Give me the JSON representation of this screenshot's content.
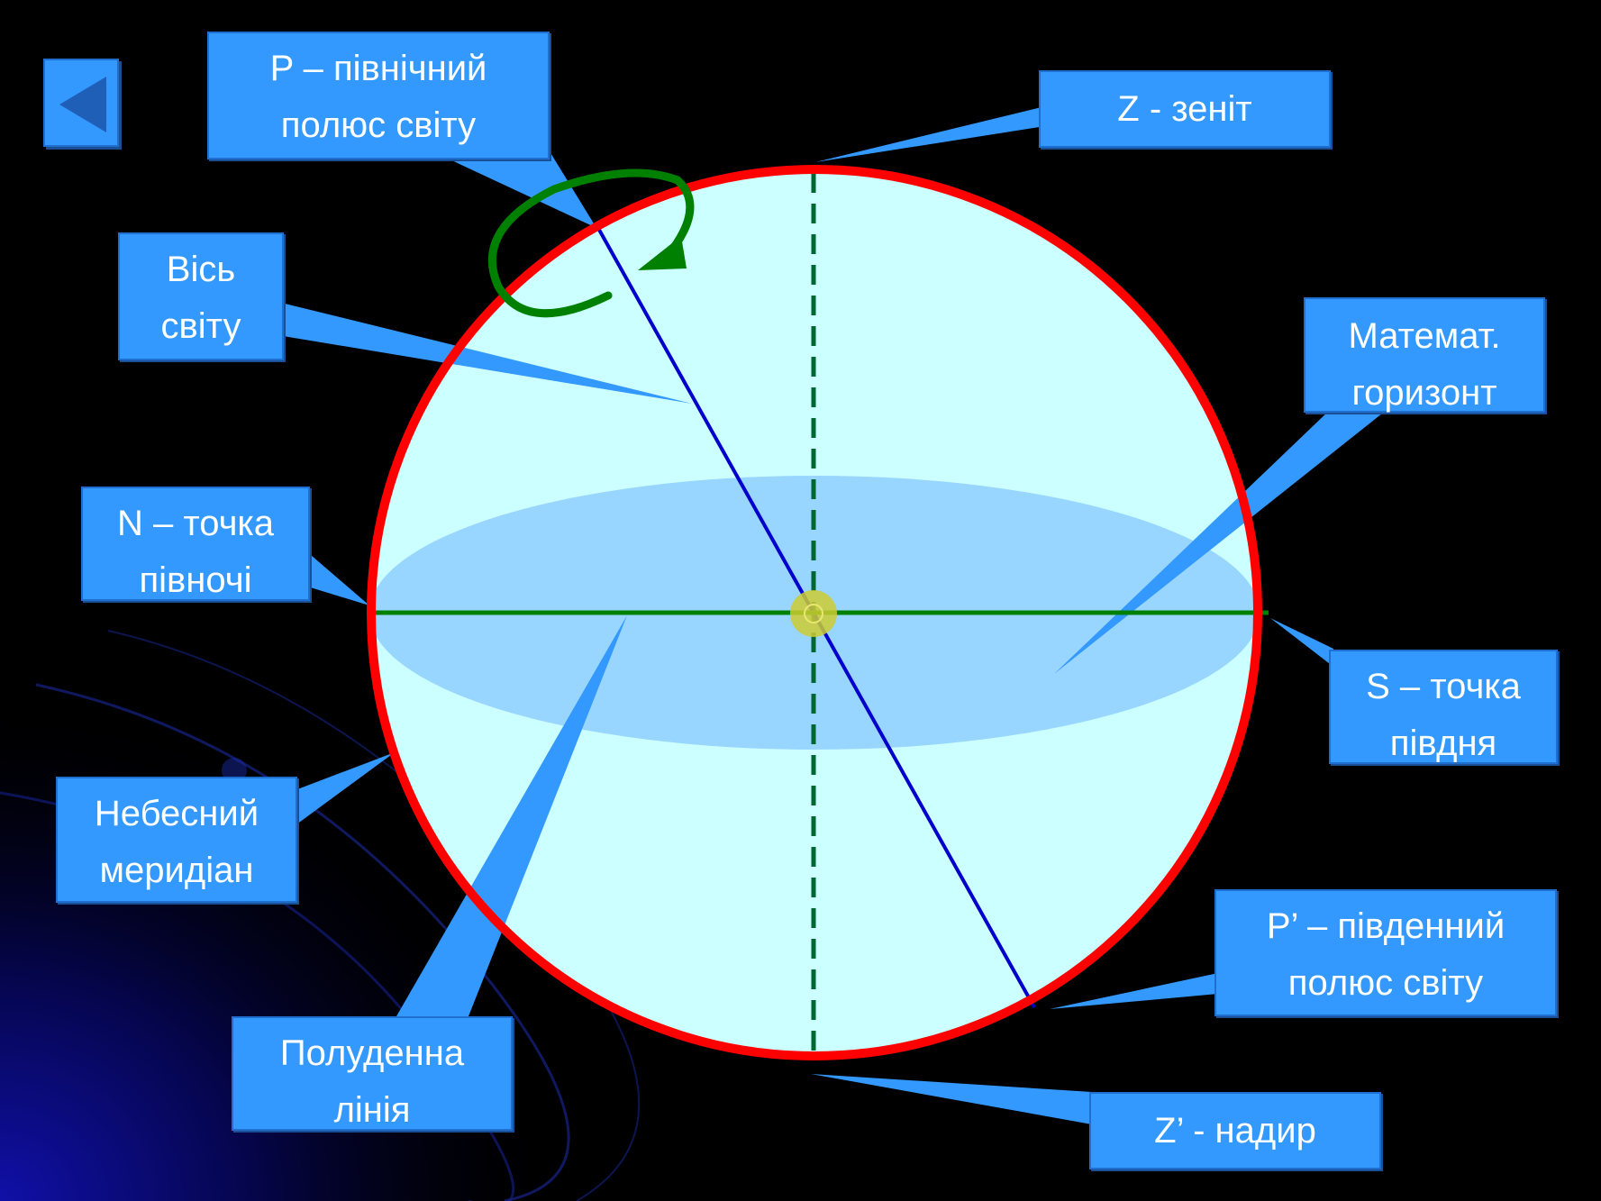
{
  "labels": {
    "north_pole": [
      "P – північний",
      "полюс світу"
    ],
    "zenith": [
      "Z - зеніт"
    ],
    "axis": [
      "Вісь",
      "світу"
    ],
    "horizon": [
      "Математ.",
      "горизонт"
    ],
    "north_point": [
      "N – точка",
      "півночі"
    ],
    "south_point": [
      "S – точка",
      "півдня"
    ],
    "meridian": [
      "Небесний",
      "меридіан"
    ],
    "south_pole": [
      "P’ – південний",
      "полюс світу"
    ],
    "noon_line": [
      "Полуденна",
      "лінія"
    ],
    "nadir": [
      "Z’ - надир"
    ]
  },
  "colors": {
    "background": "#000000",
    "callout_fill": "#3399ff",
    "sphere_fill": "#ccffff",
    "sphere_outline": "#ff0000",
    "horizon_plane": "#99d6ff",
    "world_axis": "#0000cc",
    "noon_line": "#008000",
    "vertical_line": "#006633",
    "rotation_arrow": "#008000",
    "observer_point": "#cccc33"
  },
  "icons": {
    "back": "triangle-left-icon",
    "rotation": "curved-arrow-icon"
  }
}
